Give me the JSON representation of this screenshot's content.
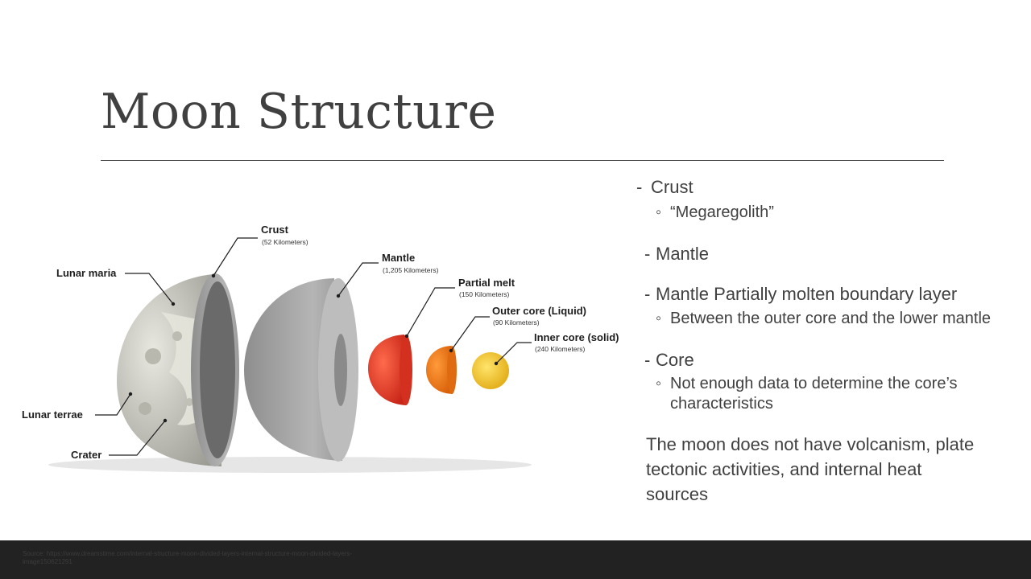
{
  "slide": {
    "title": "Moon Structure",
    "source": "Source: https://www.dreamstime.com/internal-structure-moon-divided-layers-internal-structure-moon-divided-layers-image150621291"
  },
  "diagram": {
    "labels": {
      "crust": "Crust",
      "crust_size": "(52 Kilometers)",
      "mantle": "Mantle",
      "mantle_size": "(1,205 Kilometers)",
      "partial_melt": "Partial melt",
      "partial_melt_size": "(150 Kilometers)",
      "outer_core": "Outer core (Liquid)",
      "outer_core_size": "(90 Kilometers)",
      "inner_core": "Inner core (solid)",
      "inner_core_size": "(240 Kilometers)",
      "lunar_maria": "Lunar maria",
      "lunar_terrae": "Lunar terrae",
      "crater": "Crater"
    },
    "colors": {
      "surface": "#cfcfc5",
      "crust": "#6a6a6a",
      "mantle": "#a8a8a8",
      "partial_melt": "#e83a2a",
      "outer_core": "#ee7a18",
      "inner_core": "#f5c62a"
    }
  },
  "bullets": [
    {
      "level": 1,
      "symbol": "-",
      "text": "Crust"
    },
    {
      "level": 2,
      "symbol": "◦",
      "text": "“Megaregolith”"
    },
    {
      "level": 1,
      "symbol": "-",
      "text": "Mantle"
    },
    {
      "level": 1,
      "symbol": "-",
      "text": "Mantle Partially molten boundary layer"
    },
    {
      "level": 2,
      "symbol": "◦",
      "text": "Between the outer core and the lower mantle"
    },
    {
      "level": 1,
      "symbol": "-",
      "text": "Core"
    },
    {
      "level": 2,
      "symbol": "◦",
      "text": "Not enough data to determine the core’s"
    },
    {
      "level": 2,
      "symbol": "",
      "text": "characteristics"
    },
    {
      "level": 1,
      "symbol": "",
      "text": "The moon does not have volcanism, plate"
    },
    {
      "level": 1,
      "symbol": "",
      "text": "tectonic activities, and internal heat"
    },
    {
      "level": 1,
      "symbol": "",
      "text": "sources"
    }
  ]
}
